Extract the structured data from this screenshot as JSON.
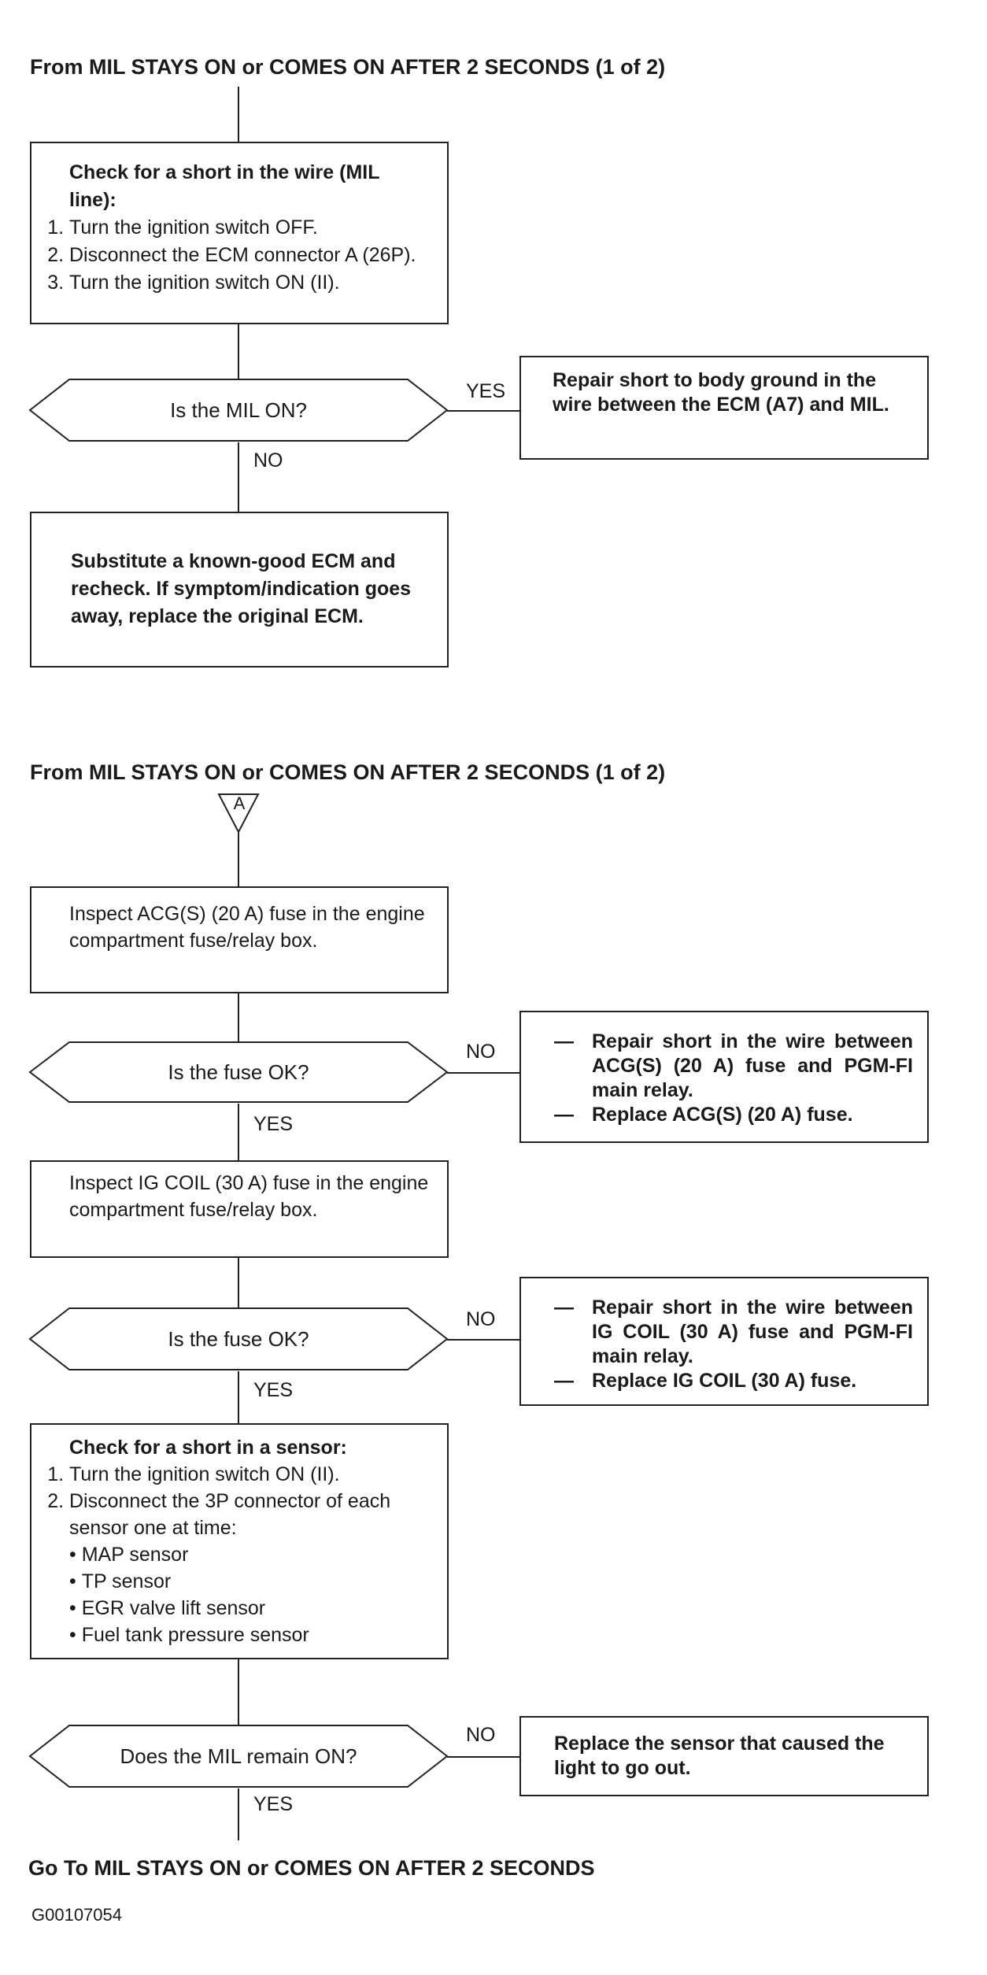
{
  "section1": {
    "title": "From MIL STAYS ON or COMES ON  AFTER 2 SECONDS (1 of 2)",
    "check_box": {
      "title": "Check for a short in the wire (MIL line):",
      "steps": [
        "Turn the ignition switch OFF.",
        "Disconnect the ECM connector A (26P).",
        "Turn the ignition switch ON (II)."
      ]
    },
    "decision": {
      "question": "Is the MIL ON?",
      "yes_label": "YES",
      "no_label": "NO"
    },
    "yes_box": "Repair short to body ground in the wire between the ECM (A7) and MIL.",
    "no_box": "Substitute a known-good ECM and recheck. If symptom/indication goes away, replace the original ECM."
  },
  "section2": {
    "title": "From MIL STAYS ON or COMES ON  AFTER 2 SECONDS (1 of 2)",
    "connector": "A",
    "inspect1": "Inspect ACG(S) (20 A) fuse in the engine compartment fuse/relay box.",
    "decision1": {
      "question": "Is the fuse OK?",
      "no_label": "NO",
      "yes_label": "YES"
    },
    "no_box1": [
      "Repair short in the wire between ACG(S) (20 A) fuse and PGM-FI main relay.",
      "Replace ACG(S) (20 A) fuse."
    ],
    "inspect2": "Inspect IG COIL (30 A) fuse in the engine compartment fuse/relay box.",
    "decision2": {
      "question": "Is the fuse OK?",
      "no_label": "NO",
      "yes_label": "YES"
    },
    "no_box2": [
      "Repair short in the wire between IG COIL (30 A) fuse and PGM-FI main relay.",
      "Replace IG COIL (30 A) fuse."
    ],
    "sensor_box": {
      "title": "Check for a short in a sensor:",
      "steps": [
        "Turn the ignition switch ON (II).",
        "Disconnect the 3P connector of each sensor one at time:"
      ],
      "sensors": [
        "MAP sensor",
        "TP sensor",
        "EGR valve lift sensor",
        "Fuel tank pressure sensor"
      ]
    },
    "decision3": {
      "question": "Does the MIL remain ON?",
      "no_label": "NO",
      "yes_label": "YES"
    },
    "no_box3": "Replace the sensor that caused the light to go out.",
    "goto": "Go To MIL STAYS ON or COMES ON  AFTER 2 SECONDS",
    "code": "G00107054"
  }
}
